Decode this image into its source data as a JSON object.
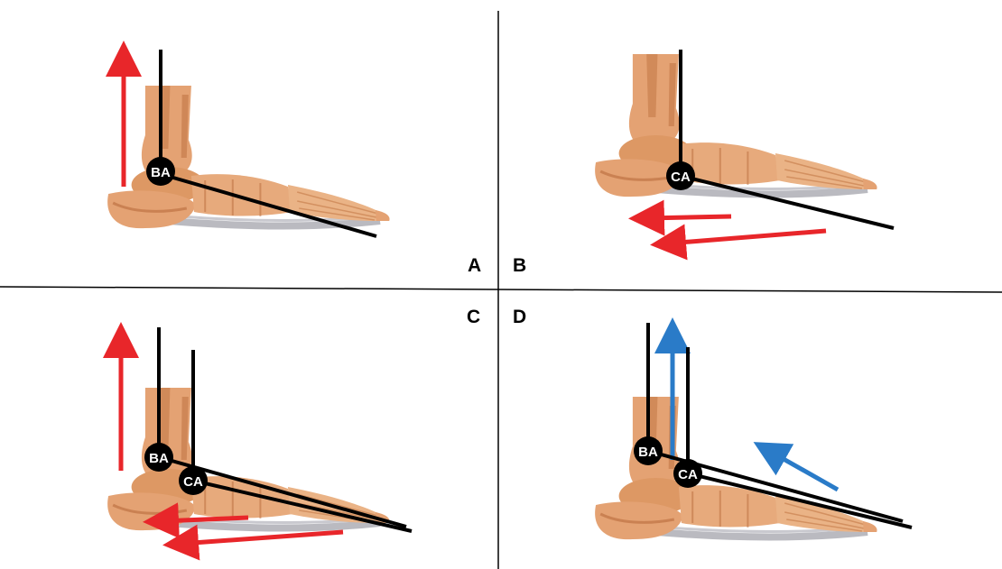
{
  "panels": [
    {
      "letter": "A",
      "joint_labels": [
        "BA"
      ]
    },
    {
      "letter": "B",
      "joint_labels": [
        "CA"
      ]
    },
    {
      "letter": "C",
      "joint_labels": [
        "BA",
        "CA"
      ]
    },
    {
      "letter": "D",
      "joint_labels": [
        "BA",
        "CA"
      ]
    }
  ],
  "colors": {
    "force_arrow_red": "#e8262a",
    "force_arrow_blue": "#2a7bc8",
    "axis_line": "#000000",
    "bone": "#e4a273",
    "bone_shadow": "#b96b3c",
    "fascia": "#a9a9b0"
  },
  "axis_label_legend": {
    "BA": "BA",
    "CA": "CA"
  }
}
